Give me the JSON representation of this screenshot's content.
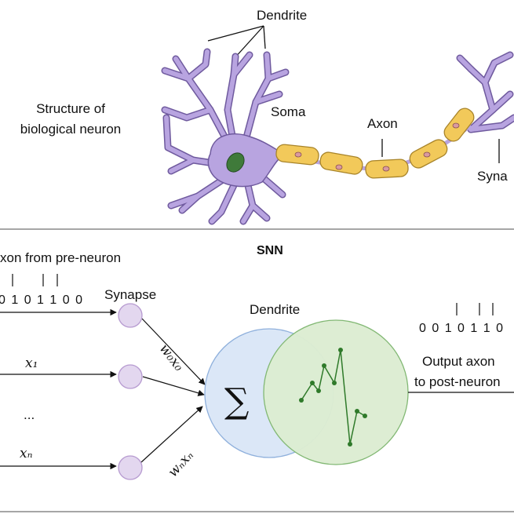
{
  "neuron": {
    "title_line1": "Structure of",
    "title_line2": "biological neuron",
    "dendrite_label": "Dendrite",
    "soma_label": "Soma",
    "axon_label": "Axon",
    "synapse_label": "Syna",
    "colors": {
      "dendrite_fill": "#b8a4e0",
      "dendrite_stroke": "#6f5a9e",
      "nucleus": "#3f7a3a",
      "myelin_fill": "#f2c95a",
      "myelin_stroke": "#a8842a",
      "node_dot": "#d99aa0"
    }
  },
  "snn": {
    "title": "SNN",
    "axon_pre_label": "xon from pre-neuron",
    "input_bits": "0 1 0   1 1 0 0",
    "synapse_label": "Synapse",
    "dendrite_label": "Dendrite",
    "inputs": [
      {
        "weight_label": "w₀x₀"
      },
      {
        "var_label": "x₁"
      },
      {
        "ellipsis": "..."
      },
      {
        "var_label": "xₙ",
        "weight_label": "wₙxₙ"
      }
    ],
    "sum_symbol": "∑",
    "output_bits": "0 0 1 0 1 1 0",
    "output_label_line1": "Output axon",
    "output_label_line2": "to post-neuron",
    "colors": {
      "synapse_fill": "#e3d7ef",
      "synapse_stroke": "#b69ad0",
      "sum_fill": "#dbe7f7",
      "sum_stroke": "#8fb0dc",
      "dendrite_fill": "#dcecd2",
      "dendrite_stroke": "#82b874",
      "spike_line": "#2f7a2a"
    }
  }
}
